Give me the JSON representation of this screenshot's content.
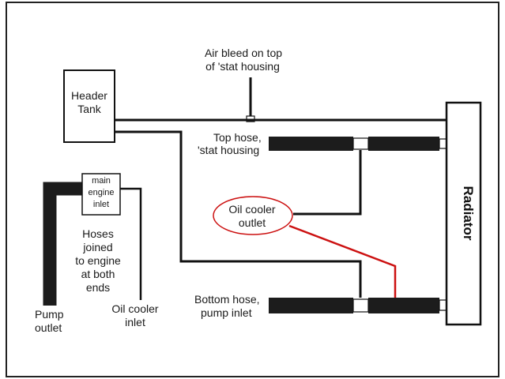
{
  "labels": {
    "air_bleed_1": "Air bleed on top",
    "air_bleed_2": "of 'stat housing",
    "header_tank_1": "Header",
    "header_tank_2": "Tank",
    "top_hose_1": "Top hose,",
    "top_hose_2": "'stat housing",
    "radiator": "Radiator",
    "main_inlet_1": "main",
    "main_inlet_2": "engine",
    "main_inlet_3": "inlet",
    "oil_cooler_outlet_1": "Oil cooler",
    "oil_cooler_outlet_2": "outlet",
    "hoses_joined_1": "Hoses",
    "hoses_joined_2": "joined",
    "hoses_joined_3": "to engine",
    "hoses_joined_4": "at both",
    "hoses_joined_5": "ends",
    "bottom_hose_1": "Bottom hose,",
    "bottom_hose_2": "pump inlet",
    "pump_outlet_1": "Pump",
    "pump_outlet_2": "outlet",
    "oil_cooler_inlet_1": "Oil cooler",
    "oil_cooler_inlet_2": "inlet"
  },
  "colors": {
    "line": "#111111",
    "hose": "#1c1c1c",
    "highlight": "#cc1111",
    "frame": "#222222"
  }
}
